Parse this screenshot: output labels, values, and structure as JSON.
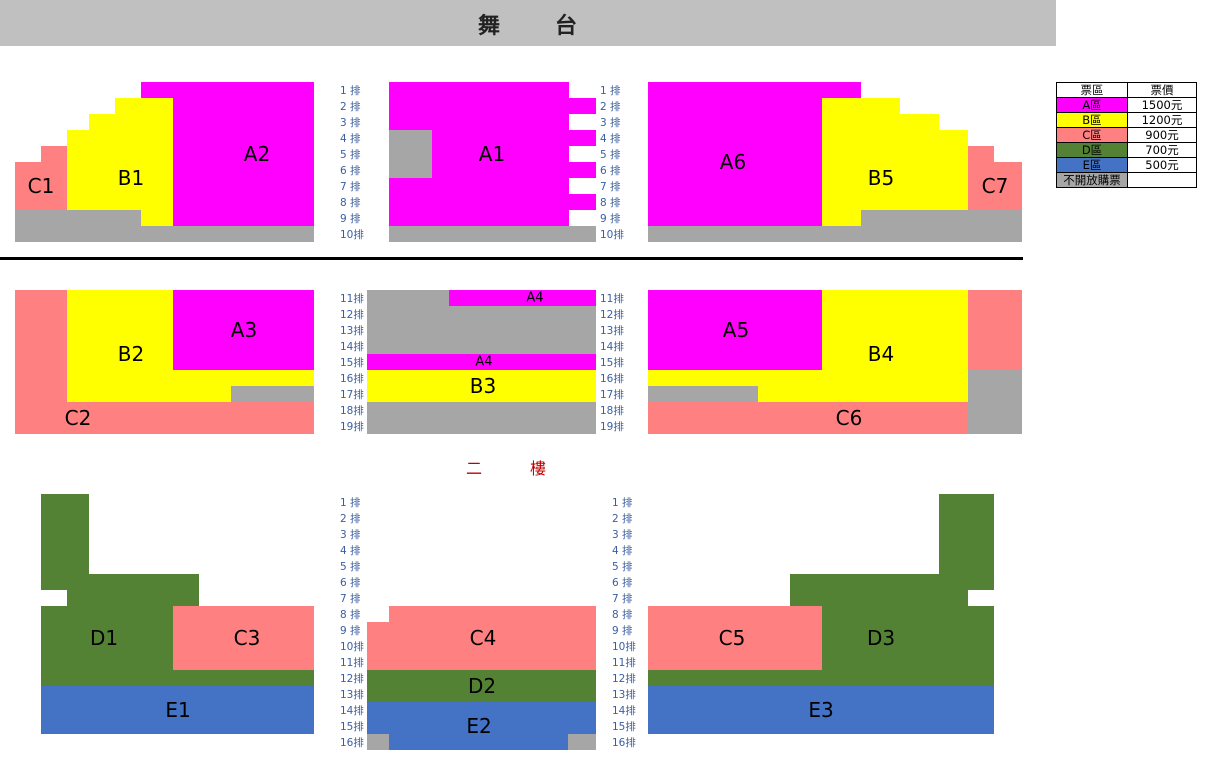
{
  "stage": {
    "char1": "舞",
    "char2": "台"
  },
  "floor2": {
    "char1": "二",
    "char2": "樓"
  },
  "colors": {
    "A": "#ff00ff",
    "B": "#ffff00",
    "C": "#ff8080",
    "D": "#548235",
    "E": "#4472c4",
    "closed": "#a6a6a6",
    "stage": "#c0c0c0"
  },
  "legend": {
    "header": [
      "票區",
      "票價"
    ],
    "rows": [
      {
        "zone": "A區",
        "price": "1500元",
        "color": "#ff00ff"
      },
      {
        "zone": "B區",
        "price": "1200元",
        "color": "#ffff00"
      },
      {
        "zone": "C區",
        "price": "900元",
        "color": "#ff8080"
      },
      {
        "zone": "D區",
        "price": "700元",
        "color": "#548235"
      },
      {
        "zone": "E區",
        "price": "500元",
        "color": "#4472c4"
      },
      {
        "zone": "不開放購票",
        "price": "",
        "color": "#a6a6a6"
      }
    ]
  },
  "sections": {
    "A1": "A1",
    "A2": "A2",
    "A3": "A3",
    "A4": "A4",
    "A5": "A5",
    "A6": "A6",
    "B1": "B1",
    "B2": "B2",
    "B3": "B3",
    "B4": "B4",
    "B5": "B5",
    "C1": "C1",
    "C2": "C2",
    "C3": "C3",
    "C4": "C4",
    "C5": "C5",
    "C6": "C6",
    "C7": "C7",
    "D1": "D1",
    "D2": "D2",
    "D3": "D3",
    "E1": "E1",
    "E2": "E2",
    "E3": "E3"
  },
  "rows_front": [
    "1 排",
    "2 排",
    "3 排",
    "4 排",
    "5 排",
    "6 排",
    "7 排",
    "8 排",
    "9 排",
    "10排"
  ],
  "rows_back": [
    "11排",
    "12排",
    "13排",
    "14排",
    "15排",
    "16排",
    "17排",
    "18排",
    "19排"
  ],
  "rows_floor2": [
    "1 排",
    "2 排",
    "3 排",
    "4 排",
    "5 排",
    "6 排",
    "7 排",
    "8 排",
    "9 排",
    "10排",
    "11排",
    "12排",
    "13排",
    "14排",
    "15排",
    "16排"
  ]
}
